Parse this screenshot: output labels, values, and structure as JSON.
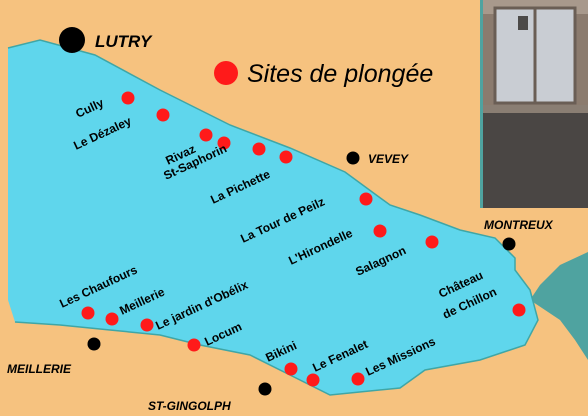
{
  "legend": {
    "label": "Sites de plongée",
    "color": "#ff1a1a"
  },
  "colors": {
    "land": "#f6c27f",
    "lake": "#5fd6ec",
    "water_edge": "#3fa6a6",
    "town": "#000000",
    "site": "#ff1a1a"
  },
  "towns": [
    {
      "id": "lutry",
      "name": "LUTRY"
    },
    {
      "id": "vevey",
      "name": "VEVEY"
    },
    {
      "id": "montreux",
      "name": "MONTREUX"
    },
    {
      "id": "meillerie",
      "name": "MEILLERIE"
    },
    {
      "id": "st-gingolph",
      "name": "ST-GINGOLPH"
    }
  ],
  "sites": [
    {
      "name": "Cully"
    },
    {
      "name": "Le Dézaley"
    },
    {
      "name": "Rivaz"
    },
    {
      "name": "St-Saphorin"
    },
    {
      "name": "La Pichette"
    },
    {
      "name": "La Tour de Peilz"
    },
    {
      "name": "L'Hirondelle"
    },
    {
      "name": "Salagnon"
    },
    {
      "name": "Château"
    },
    {
      "name": "de Chillon"
    },
    {
      "name": "Les Chaufours"
    },
    {
      "name": "Meillerie"
    },
    {
      "name": "Le jardin d'Obélix"
    },
    {
      "name": "Locum"
    },
    {
      "name": "Bikini"
    },
    {
      "name": "Le Fenalet"
    },
    {
      "name": "Les Missions"
    }
  ],
  "inset_photo": {
    "icon": "photo-storefront"
  }
}
